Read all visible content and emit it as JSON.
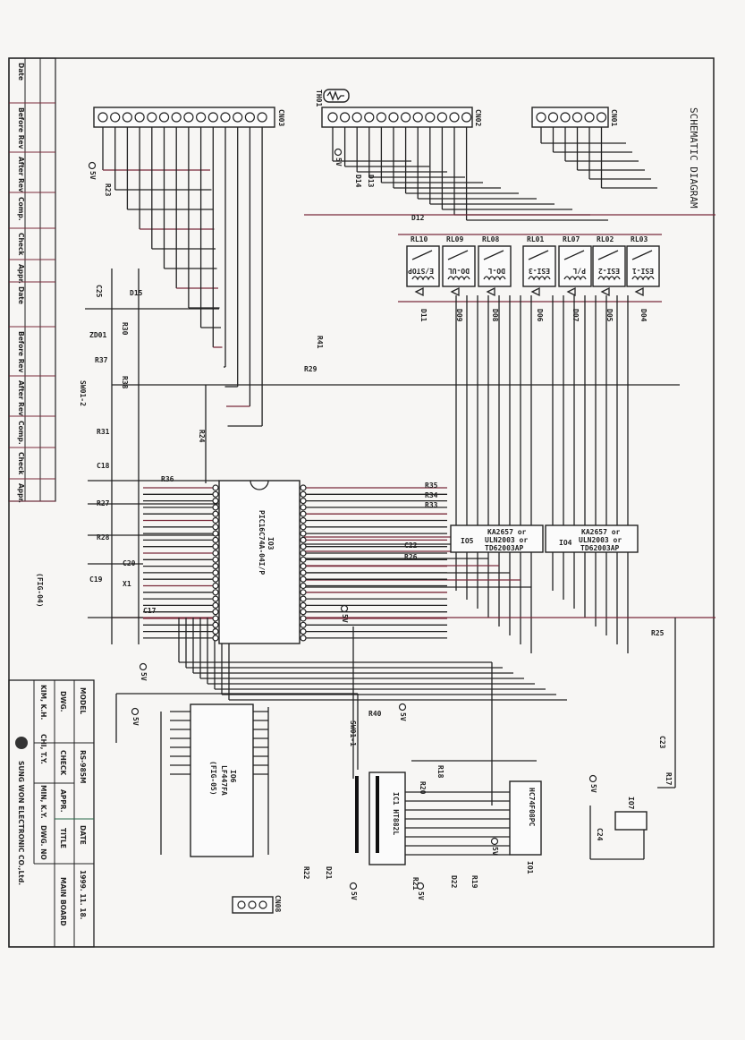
{
  "title": "SCHEMATIC DIAGRAM",
  "figure_ref": "(FIG-04)",
  "revision_table": {
    "headers": [
      "Date",
      "Before Rev",
      "After Rev",
      "Comp.",
      "Check",
      "Appr.",
      "Date",
      "Before Rev",
      "After Rev",
      "Comp.",
      "Check",
      "Appr."
    ]
  },
  "title_block": {
    "model_label": "MODEL",
    "model": "RS-985M",
    "date_label": "DATE",
    "date": "1999. 11. 18.",
    "dwg_label": "DWG.",
    "check_label": "CHECK",
    "appr_label": "APPR.",
    "title_label": "TITLE",
    "title": "MAIN BOARD",
    "names": "KIM, K.H.",
    "checker": "CHI, T.Y.",
    "approver": "MIN, K.Y.",
    "dwg_no_label": "DWG. NO",
    "company": "SUNG WON ELECTRONIC CO.,Ltd."
  },
  "connectors": {
    "cn03": "CN03",
    "cn02": "CN02",
    "cn01": "CN01",
    "th01": "TH01",
    "cn08": "CN08"
  },
  "relays": [
    {
      "id": "RL10",
      "func": "E/STOP",
      "diode": "D11"
    },
    {
      "id": "RL09",
      "func": "DO-UL",
      "diode": "D09"
    },
    {
      "id": "RL08",
      "func": "DO-L",
      "diode": "D08"
    },
    {
      "id": "RL01",
      "func": "ESI-3",
      "diode": "D06"
    },
    {
      "id": "RL07",
      "func": "P/L",
      "diode": "D07"
    },
    {
      "id": "RL02",
      "func": "ESI-2",
      "diode": "D05"
    },
    {
      "id": "RL03",
      "func": "ESI-1",
      "diode": "D04"
    }
  ],
  "ics": {
    "io3": {
      "ref": "IO3",
      "part": "PIC16C74A-04I/P"
    },
    "io5": {
      "ref": "IO5",
      "part1": "KA2657 or",
      "part2": "ULN2003 or",
      "part3": "TD62003AP"
    },
    "io4": {
      "ref": "IO4",
      "part1": "KA2657 or",
      "part2": "ULN2003 or",
      "part3": "TD62003AP"
    },
    "io6": {
      "ref": "IO6",
      "part": "LF447FA",
      "fig": "(FIG-05)"
    },
    "ic1": {
      "ref": "IC1 HT882L"
    },
    "io1": {
      "ref": "IO1",
      "part": "HC74F08PC"
    },
    "io7": {
      "ref": "IO7"
    }
  },
  "components": {
    "r23": "R23",
    "d14": "D14",
    "d13": "D13",
    "d12": "D12",
    "c25": "C25",
    "d15": "D15",
    "r30": "R30",
    "zd01": "ZD01",
    "r37": "R37",
    "r38": "R38",
    "sw01_2": "SW01-2",
    "r31": "R31",
    "r24": "R24",
    "r41": "R41",
    "r29": "R29",
    "c18": "C18",
    "r36": "R36",
    "r27": "R27",
    "r28": "R28",
    "c20": "C20",
    "c19": "C19",
    "x1": "X1",
    "c17": "C17",
    "r35": "R35",
    "r34": "R34",
    "r33": "R33",
    "c22": "C22",
    "r26": "R26",
    "r25": "R25",
    "r40": "R40",
    "sw01_1": "SW01-1",
    "r18": "R18",
    "r20": "R20",
    "r22": "R22",
    "d21": "D21",
    "r21": "R21",
    "d22": "D22",
    "r19": "R19",
    "c23": "C23",
    "r17": "R17",
    "c24": "C24"
  },
  "power": "5V"
}
